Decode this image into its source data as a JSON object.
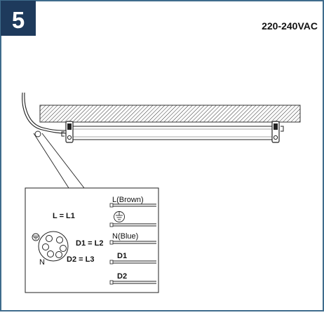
{
  "step": {
    "number": "5"
  },
  "voltage": {
    "label": "220-240VAC"
  },
  "connector": {
    "pins": {
      "l": "L = L1",
      "d1": "D1 = L2",
      "d2": "D2 = L3",
      "n": "N"
    }
  },
  "wires": {
    "labels": [
      "L(Brown)",
      "N(Blue)",
      "D1",
      "D2"
    ]
  },
  "colors": {
    "accent": "#1e3a5c",
    "frame": "#3f6c8c",
    "line": "#222222"
  }
}
